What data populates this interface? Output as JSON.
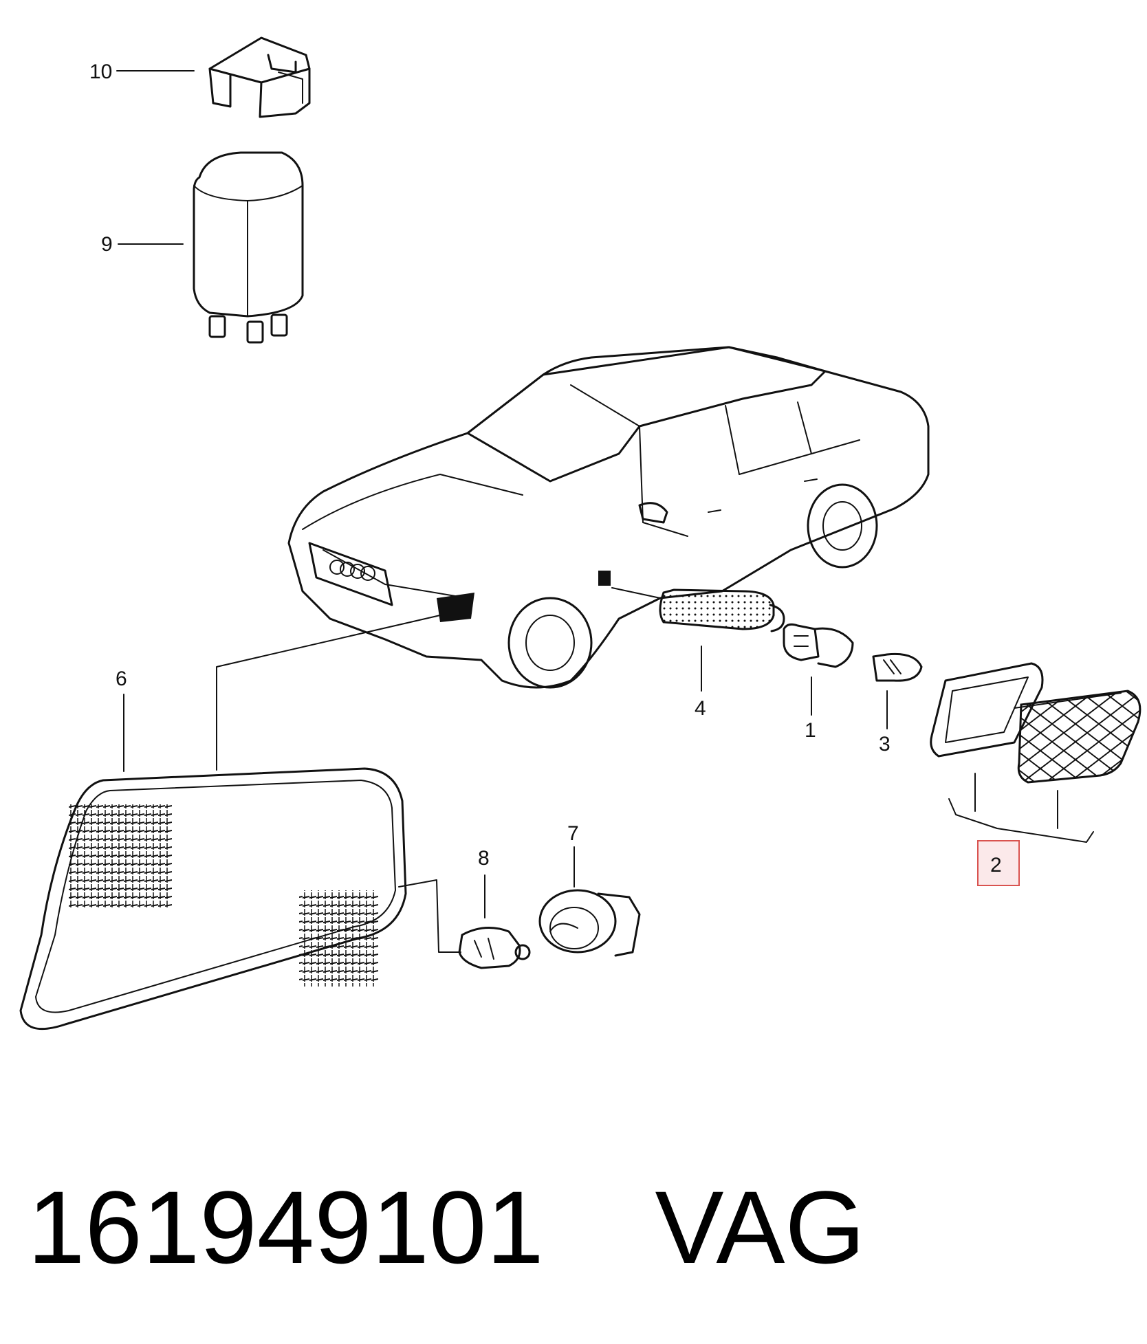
{
  "callouts": {
    "c1": "1",
    "c2": "2",
    "c3": "3",
    "c4": "4",
    "c6": "6",
    "c7": "7",
    "c8": "8",
    "c9": "9",
    "c10": "10"
  },
  "highlighted_part": "2",
  "footer": {
    "part_number": "161949101",
    "brand": "VAG"
  },
  "colors": {
    "line": "#111111",
    "highlight_stroke": "#d9534f",
    "highlight_fill": "#fbe9ea"
  }
}
